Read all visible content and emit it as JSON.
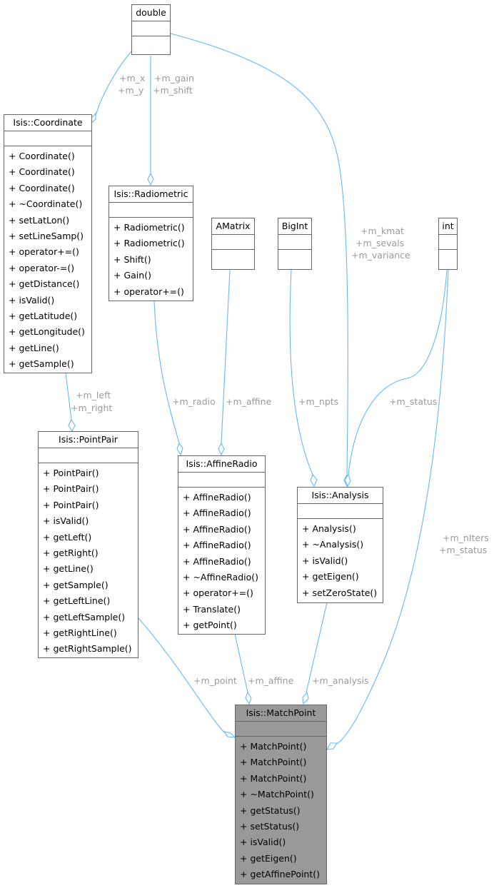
{
  "classes": {
    "double": {
      "name": "double",
      "methods": []
    },
    "coordinate": {
      "name": "Isis::Coordinate",
      "methods": [
        "+ Coordinate()",
        "+ Coordinate()",
        "+ Coordinate()",
        "+ ~Coordinate()",
        "+ setLatLon()",
        "+ setLineSamp()",
        "+ operator+=()",
        "+ operator-=()",
        "+ getDistance()",
        "+ isValid()",
        "+ getLatitude()",
        "+ getLongitude()",
        "+ getLine()",
        "+ getSample()"
      ]
    },
    "radiometric": {
      "name": "Isis::Radiometric",
      "methods": [
        "+ Radiometric()",
        "+ Radiometric()",
        "+ Shift()",
        "+ Gain()",
        "+ operator+=()"
      ]
    },
    "amatrix": {
      "name": "AMatrix",
      "methods": []
    },
    "bigint": {
      "name": "BigInt",
      "methods": []
    },
    "int": {
      "name": "int",
      "methods": []
    },
    "pointpair": {
      "name": "Isis::PointPair",
      "methods": [
        "+ PointPair()",
        "+ PointPair()",
        "+ PointPair()",
        "+ isValid()",
        "+ getLeft()",
        "+ getRight()",
        "+ getLine()",
        "+ getSample()",
        "+ getLeftLine()",
        "+ getLeftSample()",
        "+ getRightLine()",
        "+ getRightSample()"
      ]
    },
    "affineradio": {
      "name": "Isis::AffineRadio",
      "methods": [
        "+ AffineRadio()",
        "+ AffineRadio()",
        "+ AffineRadio()",
        "+ AffineRadio()",
        "+ AffineRadio()",
        "+ ~AffineRadio()",
        "+ operator+=()",
        "+ Translate()",
        "+ getPoint()"
      ]
    },
    "analysis": {
      "name": "Isis::Analysis",
      "methods": [
        "+ Analysis()",
        "+ ~Analysis()",
        "+ isValid()",
        "+ getEigen()",
        "+ setZeroState()"
      ]
    },
    "matchpoint": {
      "name": "Isis::MatchPoint",
      "methods": [
        "+ MatchPoint()",
        "+ MatchPoint()",
        "+ MatchPoint()",
        "+ ~MatchPoint()",
        "+ getStatus()",
        "+ setStatus()",
        "+ isValid()",
        "+ getEigen()",
        "+ getAffinePoint()"
      ]
    }
  },
  "edges": {
    "double_coordinate": [
      "+m_x",
      "+m_y"
    ],
    "double_radiometric": [
      "+m_gain",
      "+m_shift"
    ],
    "double_analysis": [
      "+m_kmat",
      "+m_sevals",
      "+m_variance"
    ],
    "coordinate_pointpair": [
      "+m_left",
      "+m_right"
    ],
    "radiometric_affineradio": [
      "+m_radio"
    ],
    "amatrix_affineradio": [
      "+m_affine"
    ],
    "bigint_analysis": [
      "+m_npts"
    ],
    "int_analysis": [
      "+m_status"
    ],
    "int_matchpoint": [
      "+m_nIters",
      "+m_status"
    ],
    "pointpair_matchpoint": [
      "+m_point"
    ],
    "affineradio_matchpoint": [
      "+m_affine"
    ],
    "analysis_matchpoint": [
      "+m_analysis"
    ]
  },
  "colors": {
    "edge": "#63b8ff",
    "label": "#9a9a9a",
    "border": "#666666",
    "highlight_fill": "#999999"
  }
}
